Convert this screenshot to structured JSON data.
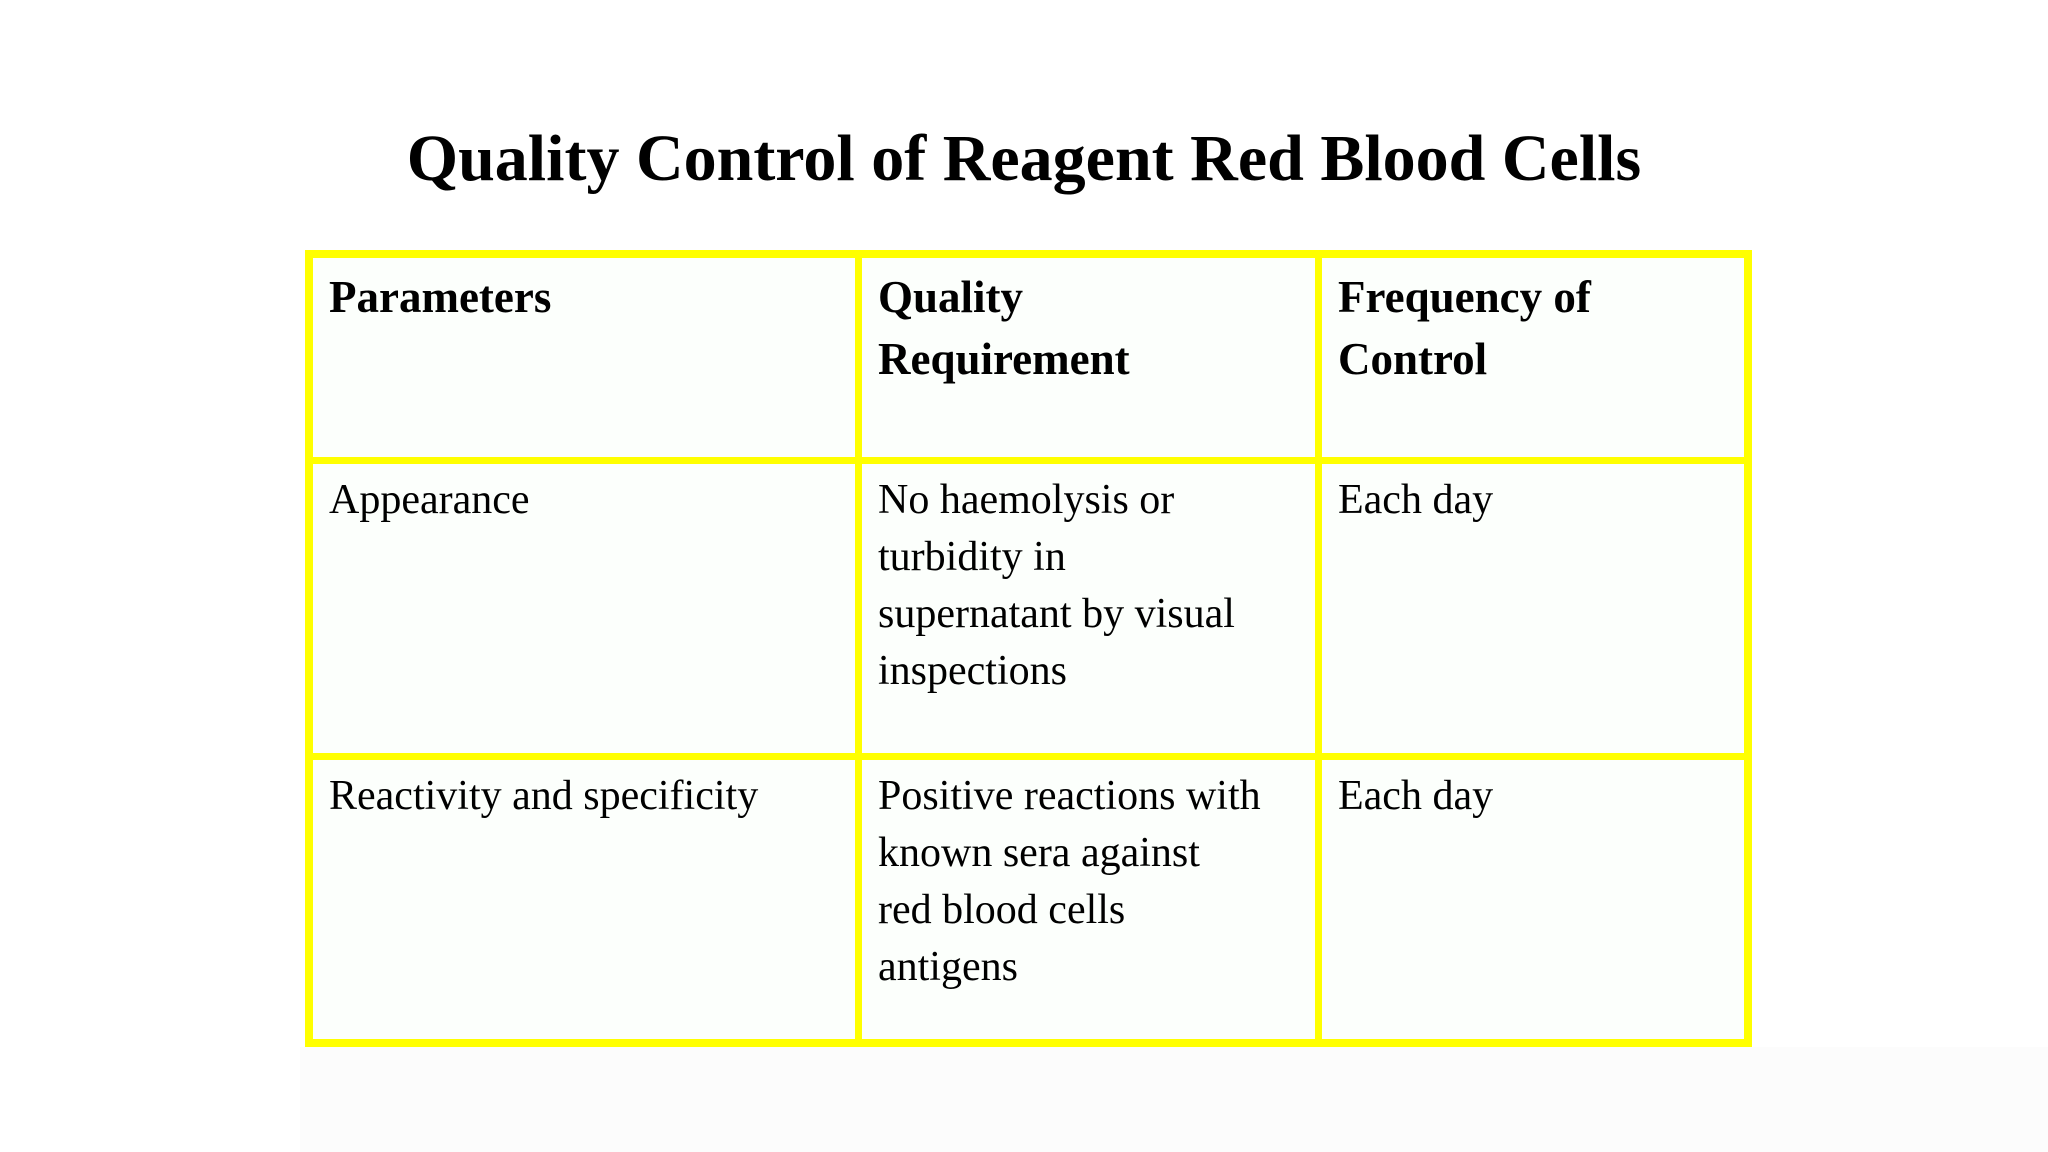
{
  "page": {
    "title": "Quality Control of Reagent Red Blood Cells"
  },
  "table": {
    "columns": [
      "Parameters",
      "Quality\nRequirement",
      "Frequency of\nControl"
    ],
    "rows": [
      {
        "parameter": "Appearance",
        "requirement": "No haemolysis or\nturbidity in\nsupernatant by visual\ninspections",
        "frequency": "Each day"
      },
      {
        "parameter": "Reactivity and specificity",
        "requirement": "Positive reactions with\nknown sera against\nred blood cells\nantigens",
        "frequency": "Each day"
      }
    ],
    "colors": {
      "grid_border": "#FFFF00",
      "cell_background": "#FCFFFC",
      "text": "#000000",
      "page_background": "#FFFFFF"
    }
  }
}
